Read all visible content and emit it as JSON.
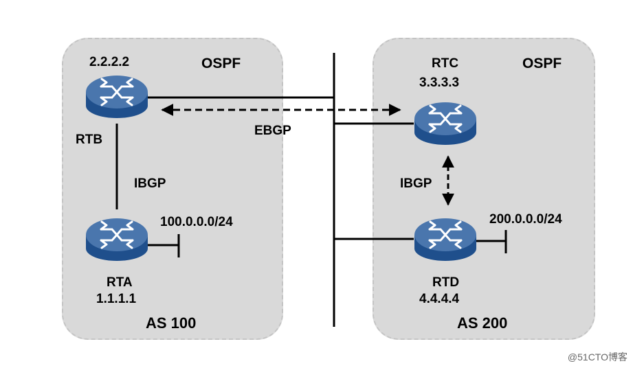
{
  "as_left": {
    "protocol": "OSPF",
    "name": "AS 100"
  },
  "as_right": {
    "protocol": "OSPF",
    "name": "AS 200"
  },
  "routers": {
    "rtb": {
      "name": "RTB",
      "id": "2.2.2.2"
    },
    "rta": {
      "name": "RTA",
      "id": "1.1.1.1"
    },
    "rtc": {
      "name": "RTC",
      "id": "3.3.3.3"
    },
    "rtd": {
      "name": "RTD",
      "id": "4.4.4.4"
    }
  },
  "links": {
    "ebgp": "EBGP",
    "ibgp_left": "IBGP",
    "ibgp_right": "IBGP"
  },
  "networks": {
    "left": "100.0.0.0/24",
    "right": "200.0.0.0/24"
  },
  "watermark": "@51CTO博客",
  "colors": {
    "as_area": "#d9d9d9",
    "router_top": "#4a76ad",
    "router_body": "#1f4f8c",
    "line": "#000000"
  }
}
